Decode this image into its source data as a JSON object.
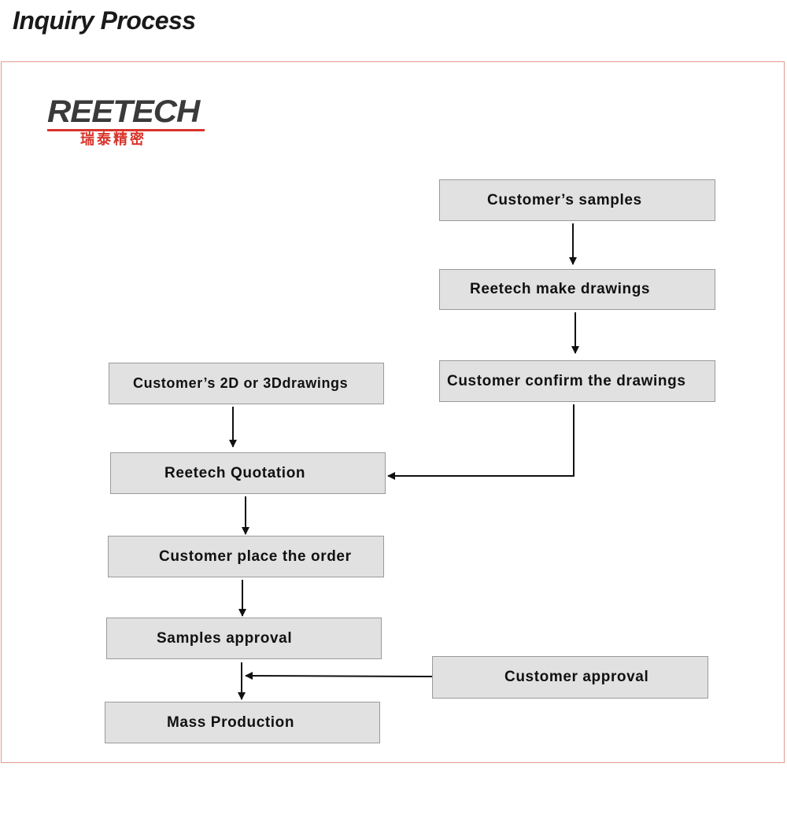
{
  "page": {
    "title": "Inquiry Process"
  },
  "logo": {
    "word": "REETECH",
    "subtitle": "瑞泰精密"
  },
  "steps": {
    "customer_samples": "Customer’s samples",
    "reetech_make_drawings": "Reetech make drawings",
    "customer_confirm_drawings": "Customer confirm the drawings",
    "customer_2d_3d_drawings": "Customer’s 2D or 3Ddrawings",
    "reetech_quotation": "Reetech Quotation",
    "customer_place_order": "Customer place the order",
    "samples_approval": "Samples approval",
    "customer_approval": "Customer approval",
    "mass_production": "Mass Production"
  }
}
